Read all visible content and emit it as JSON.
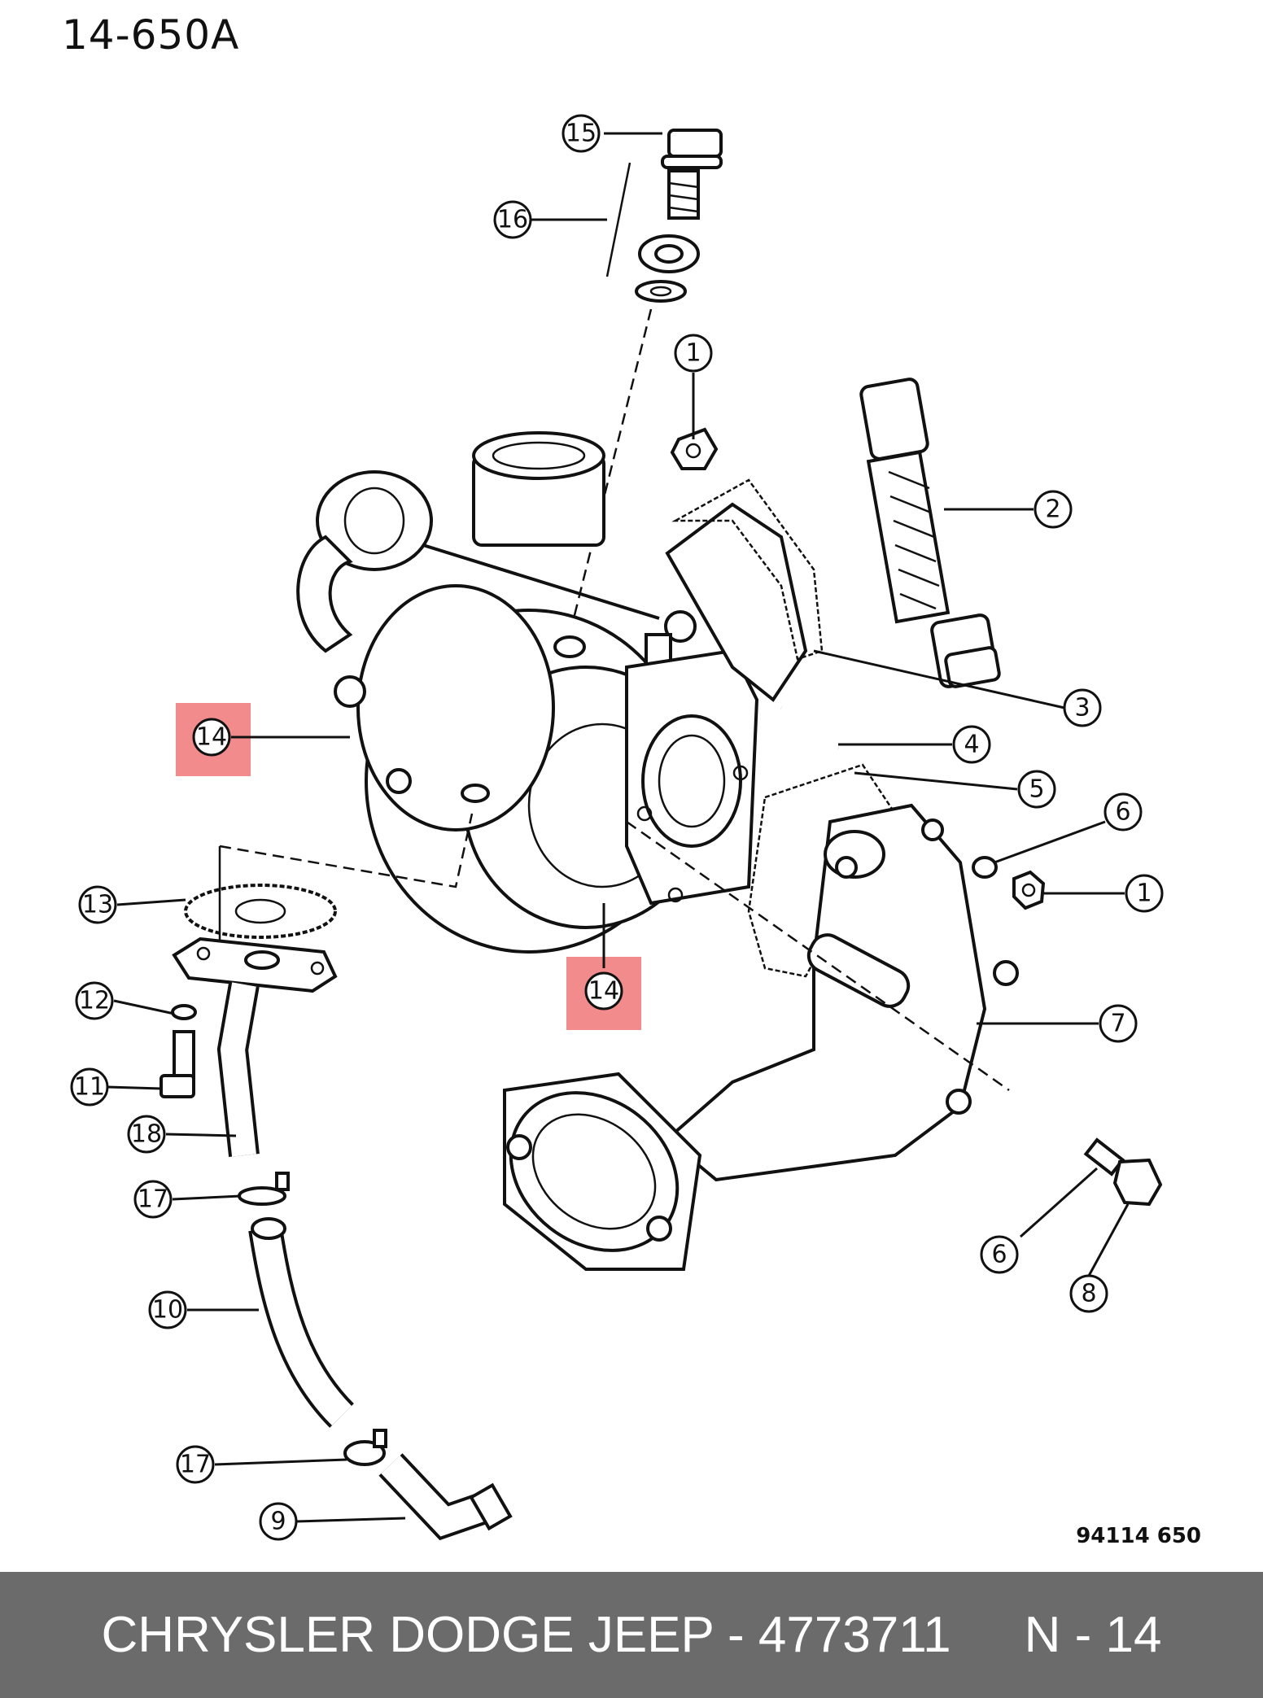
{
  "diagram": {
    "title": "14-650A",
    "drawing_number": "94114 650"
  },
  "callouts": [
    {
      "id": "c15",
      "label": "15"
    },
    {
      "id": "c16",
      "label": "16"
    },
    {
      "id": "c1a",
      "label": "1"
    },
    {
      "id": "c2",
      "label": "2"
    },
    {
      "id": "c3",
      "label": "3"
    },
    {
      "id": "c4",
      "label": "4"
    },
    {
      "id": "c5",
      "label": "5"
    },
    {
      "id": "c6a",
      "label": "6"
    },
    {
      "id": "c1b",
      "label": "1"
    },
    {
      "id": "c7",
      "label": "7"
    },
    {
      "id": "c14a",
      "label": "14",
      "highlighted": true
    },
    {
      "id": "c14b",
      "label": "14",
      "highlighted": true
    },
    {
      "id": "c13",
      "label": "13"
    },
    {
      "id": "c12",
      "label": "12"
    },
    {
      "id": "c11",
      "label": "11"
    },
    {
      "id": "c18",
      "label": "18"
    },
    {
      "id": "c17a",
      "label": "17"
    },
    {
      "id": "c10",
      "label": "10"
    },
    {
      "id": "c17b",
      "label": "17"
    },
    {
      "id": "c9",
      "label": "9"
    },
    {
      "id": "c6b",
      "label": "6"
    },
    {
      "id": "c8",
      "label": "8"
    }
  ],
  "footer": {
    "brand": "CHRYSLER DODGE JEEP - 4773711",
    "page": "N - 14"
  },
  "colors": {
    "highlight": "#f28b8b",
    "footer_bg": "#6b6b6b",
    "footer_text": "#ffffff"
  }
}
